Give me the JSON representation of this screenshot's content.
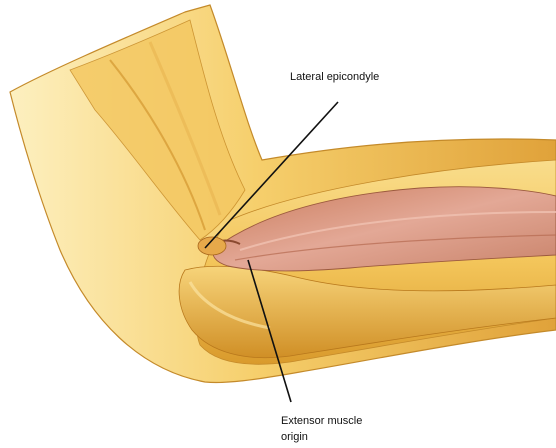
{
  "labels": {
    "lateral_epicondyle": "Lateral epicondyle",
    "extensor_line1": "Extensor muscle",
    "extensor_line2": "origin"
  },
  "colors": {
    "skin_light": "#fbe7a6",
    "skin_mid": "#f2c25a",
    "skin_dark": "#cf8f1c",
    "muscle_red": "#d08a78",
    "muscle_dark": "#a85a3a",
    "bone": "#e8b04a",
    "line": "#111111"
  }
}
